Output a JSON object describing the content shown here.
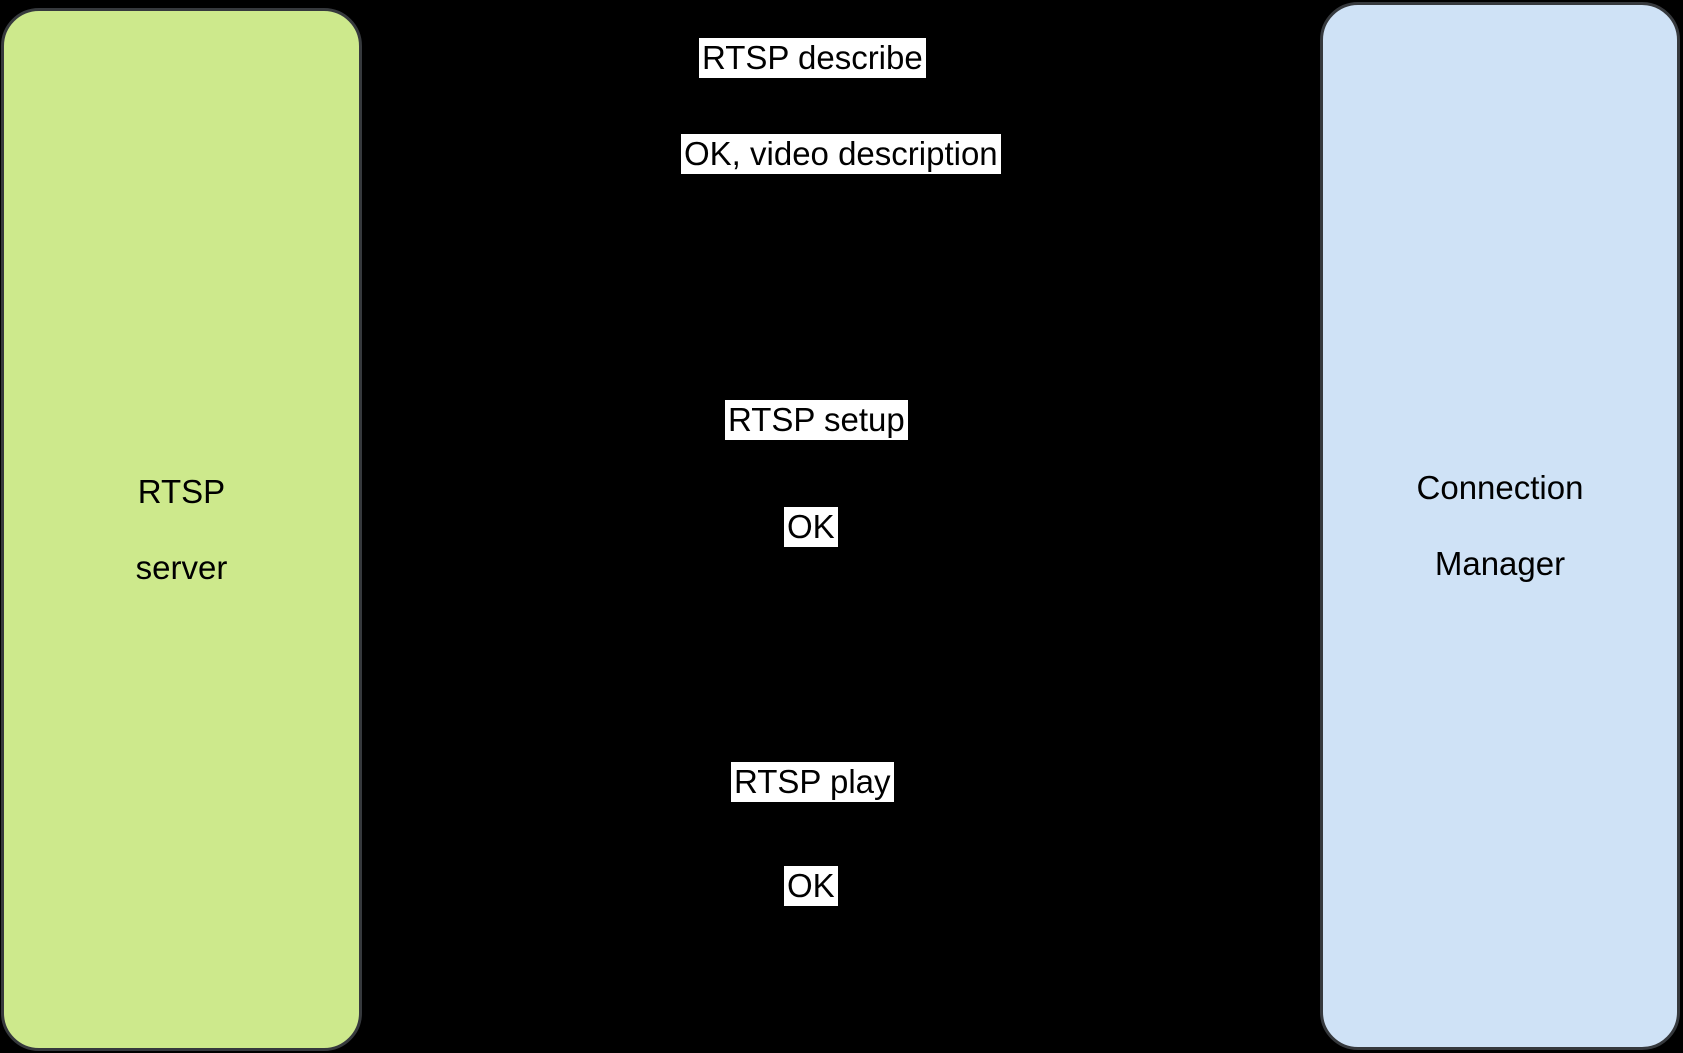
{
  "diagram": {
    "background_color": "#000000",
    "label_background_color": "#ffffff",
    "text_color": "#000000",
    "actor_stroke_color": "#36393d",
    "actors": {
      "rtsp_server": {
        "line1": "RTSP",
        "line2": "server",
        "fill": "#cde98c"
      },
      "connection_manager": {
        "line1": "Connection",
        "line2": "Manager",
        "fill": "#cfe2f6"
      }
    },
    "messages": [
      {
        "label": "RTSP describe"
      },
      {
        "label": "OK, video description"
      },
      {
        "label": "RTSP setup"
      },
      {
        "label": "OK"
      },
      {
        "label": "RTSP play"
      },
      {
        "label": "OK"
      }
    ]
  }
}
